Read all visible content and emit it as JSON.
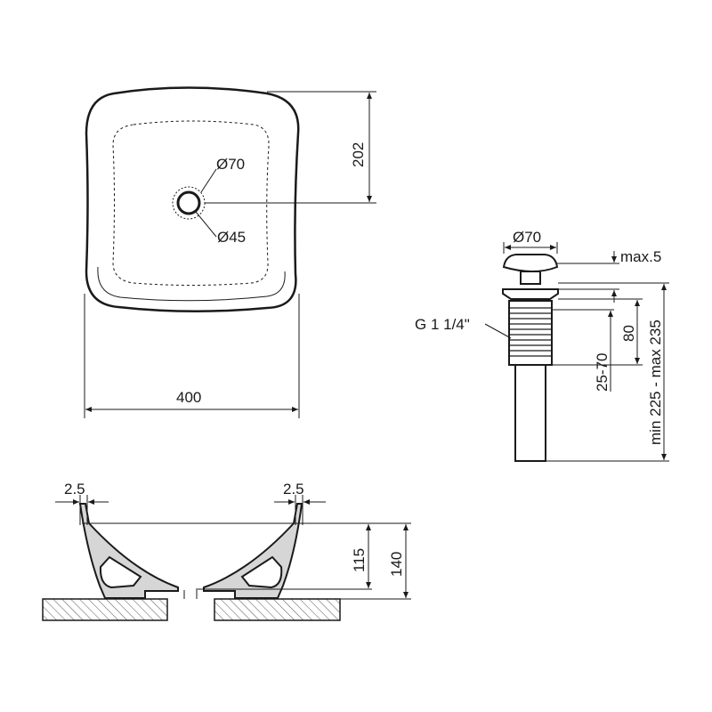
{
  "top_view": {
    "dim_depth": "202",
    "dim_outer_hole": "Ø70",
    "dim_inner_hole": "Ø45",
    "dim_width": "400"
  },
  "drain_view": {
    "dim_cap_diameter": "Ø70",
    "dim_cap_gap": "max.5",
    "thread_label": "G 1 1/4\"",
    "dim_thread_length": "80",
    "dim_adjust_range": "25-70",
    "dim_total_length": "min 225 - max 235"
  },
  "side_view": {
    "dim_left_wall": "2.5",
    "dim_right_wall": "2.5",
    "dim_inner_height": "115",
    "dim_outer_height": "140"
  },
  "colors": {
    "line": "#1a1a1a",
    "ceramic_fill": "#d6d6d6",
    "hatch": "#555555"
  }
}
